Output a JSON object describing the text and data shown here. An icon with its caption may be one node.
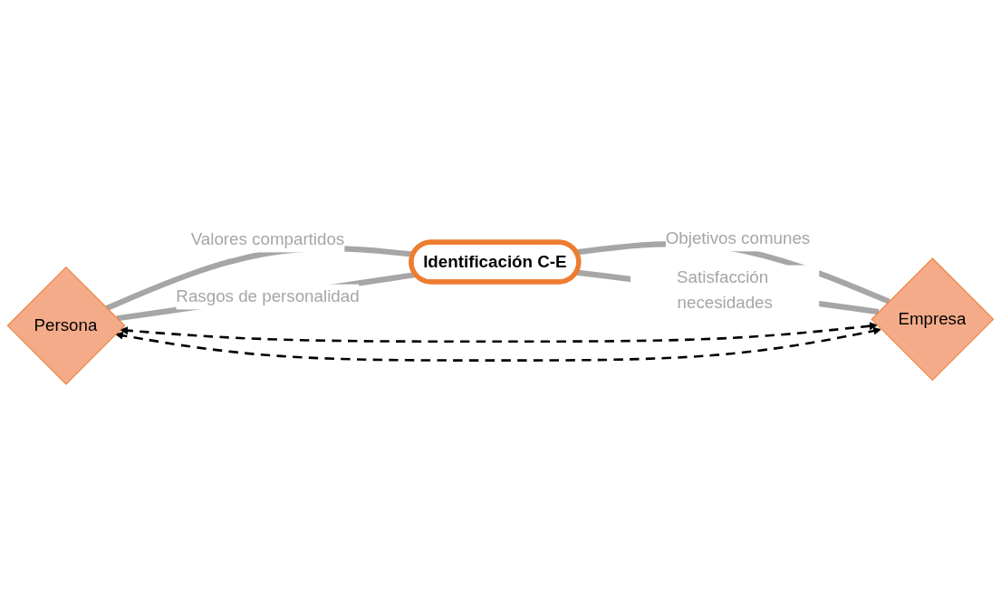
{
  "diagram": {
    "nodes": [
      {
        "text": [
          "Persona"
        ]
      },
      {
        "text": [
          "Identificación C-E"
        ]
      },
      {
        "text": [
          "Empresa"
        ]
      }
    ],
    "edges": [
      {
        "from": 0,
        "to": 1,
        "arrow": "none",
        "label": "Valores compartidos"
      },
      {
        "from": 1,
        "to": 2,
        "arrow": "none",
        "label": "Objetivos comunes"
      },
      {
        "from": 0,
        "to": 1,
        "arrow": "none",
        "label": "Rasgos de personalidad"
      },
      {
        "from": 1,
        "to": 2,
        "arrow": "none",
        "label": "Satisfacción necesidades"
      },
      {
        "from": 2,
        "to": 0,
        "arrow": "both",
        "style": "dashed",
        "color": "#000000"
      },
      {
        "from": 0,
        "to": 2,
        "arrow": "both",
        "style": "dashed",
        "color": "#000000"
      }
    ]
  }
}
